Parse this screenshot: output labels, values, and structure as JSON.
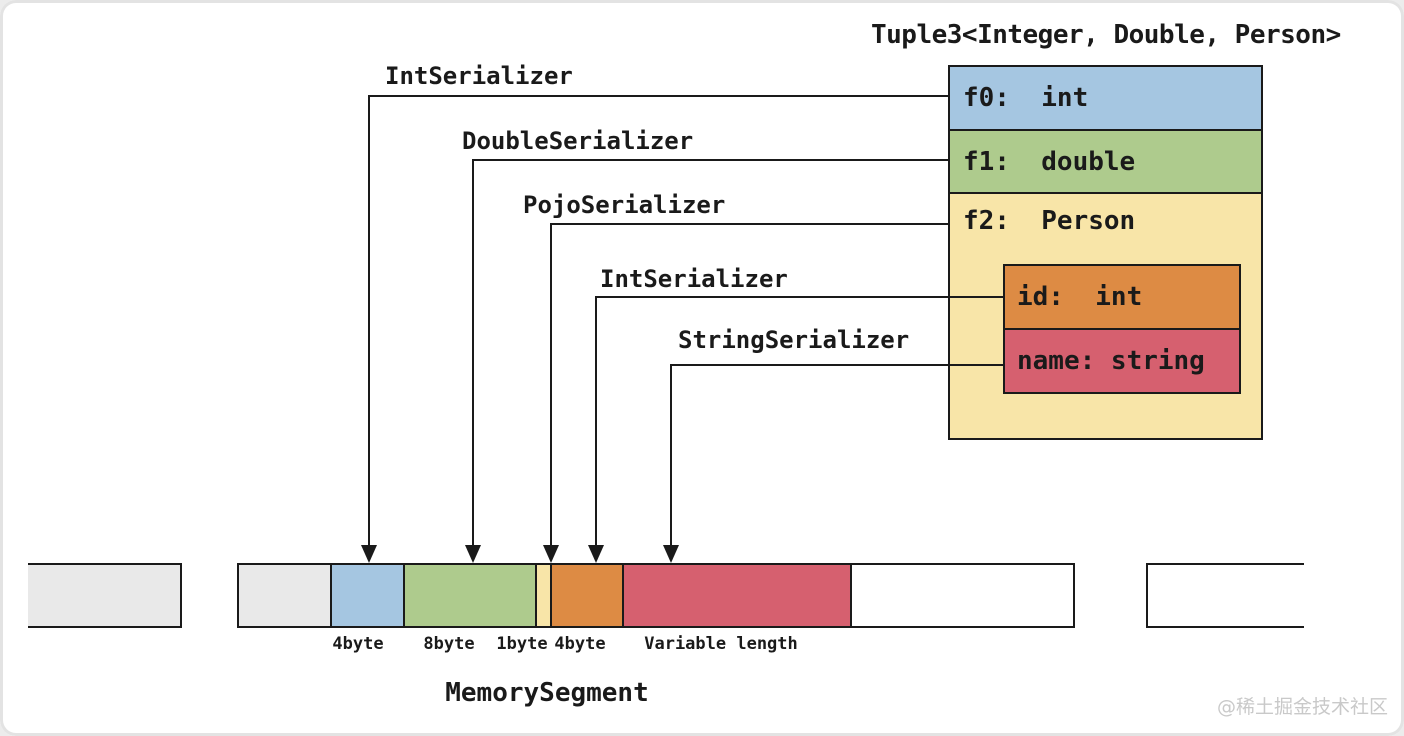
{
  "title": "Tuple3<Integer, Double, Person>",
  "colors": {
    "blue": "#a5c6e1",
    "green": "#aecb8d",
    "yellow": "#f8e5a8",
    "orange": "#dd8b44",
    "red": "#d6606f",
    "gray": "#e9e9e9",
    "line": "#1a1a1a",
    "watermark": "#c9c9c9"
  },
  "tuple_box": {
    "fields": [
      {
        "label": "f0:  int",
        "color": "#a5c6e1"
      },
      {
        "label": "f1:  double",
        "color": "#aecb8d"
      },
      {
        "label": "f2:  Person",
        "color": "#f8e5a8"
      }
    ],
    "person_fields": [
      {
        "label": "id:  int",
        "color": "#dd8b44"
      },
      {
        "label": "name: string",
        "color": "#d6606f"
      }
    ]
  },
  "serializers": [
    {
      "label": "IntSerializer"
    },
    {
      "label": "DoubleSerializer"
    },
    {
      "label": "PojoSerializer"
    },
    {
      "label": "IntSerializer"
    },
    {
      "label": "StringSerializer"
    }
  ],
  "memory": {
    "caption": "MemorySegment",
    "segments": [
      {
        "label": "4byte",
        "color": "#a5c6e1"
      },
      {
        "label": "8byte",
        "color": "#aecb8d"
      },
      {
        "label": "1byte",
        "color": "#f8e5a8"
      },
      {
        "label": "4byte",
        "color": "#dd8b44"
      },
      {
        "label": "Variable length",
        "color": "#d6606f"
      }
    ],
    "header_color": "#e9e9e9"
  },
  "watermark": "@稀土掘金技术社区"
}
